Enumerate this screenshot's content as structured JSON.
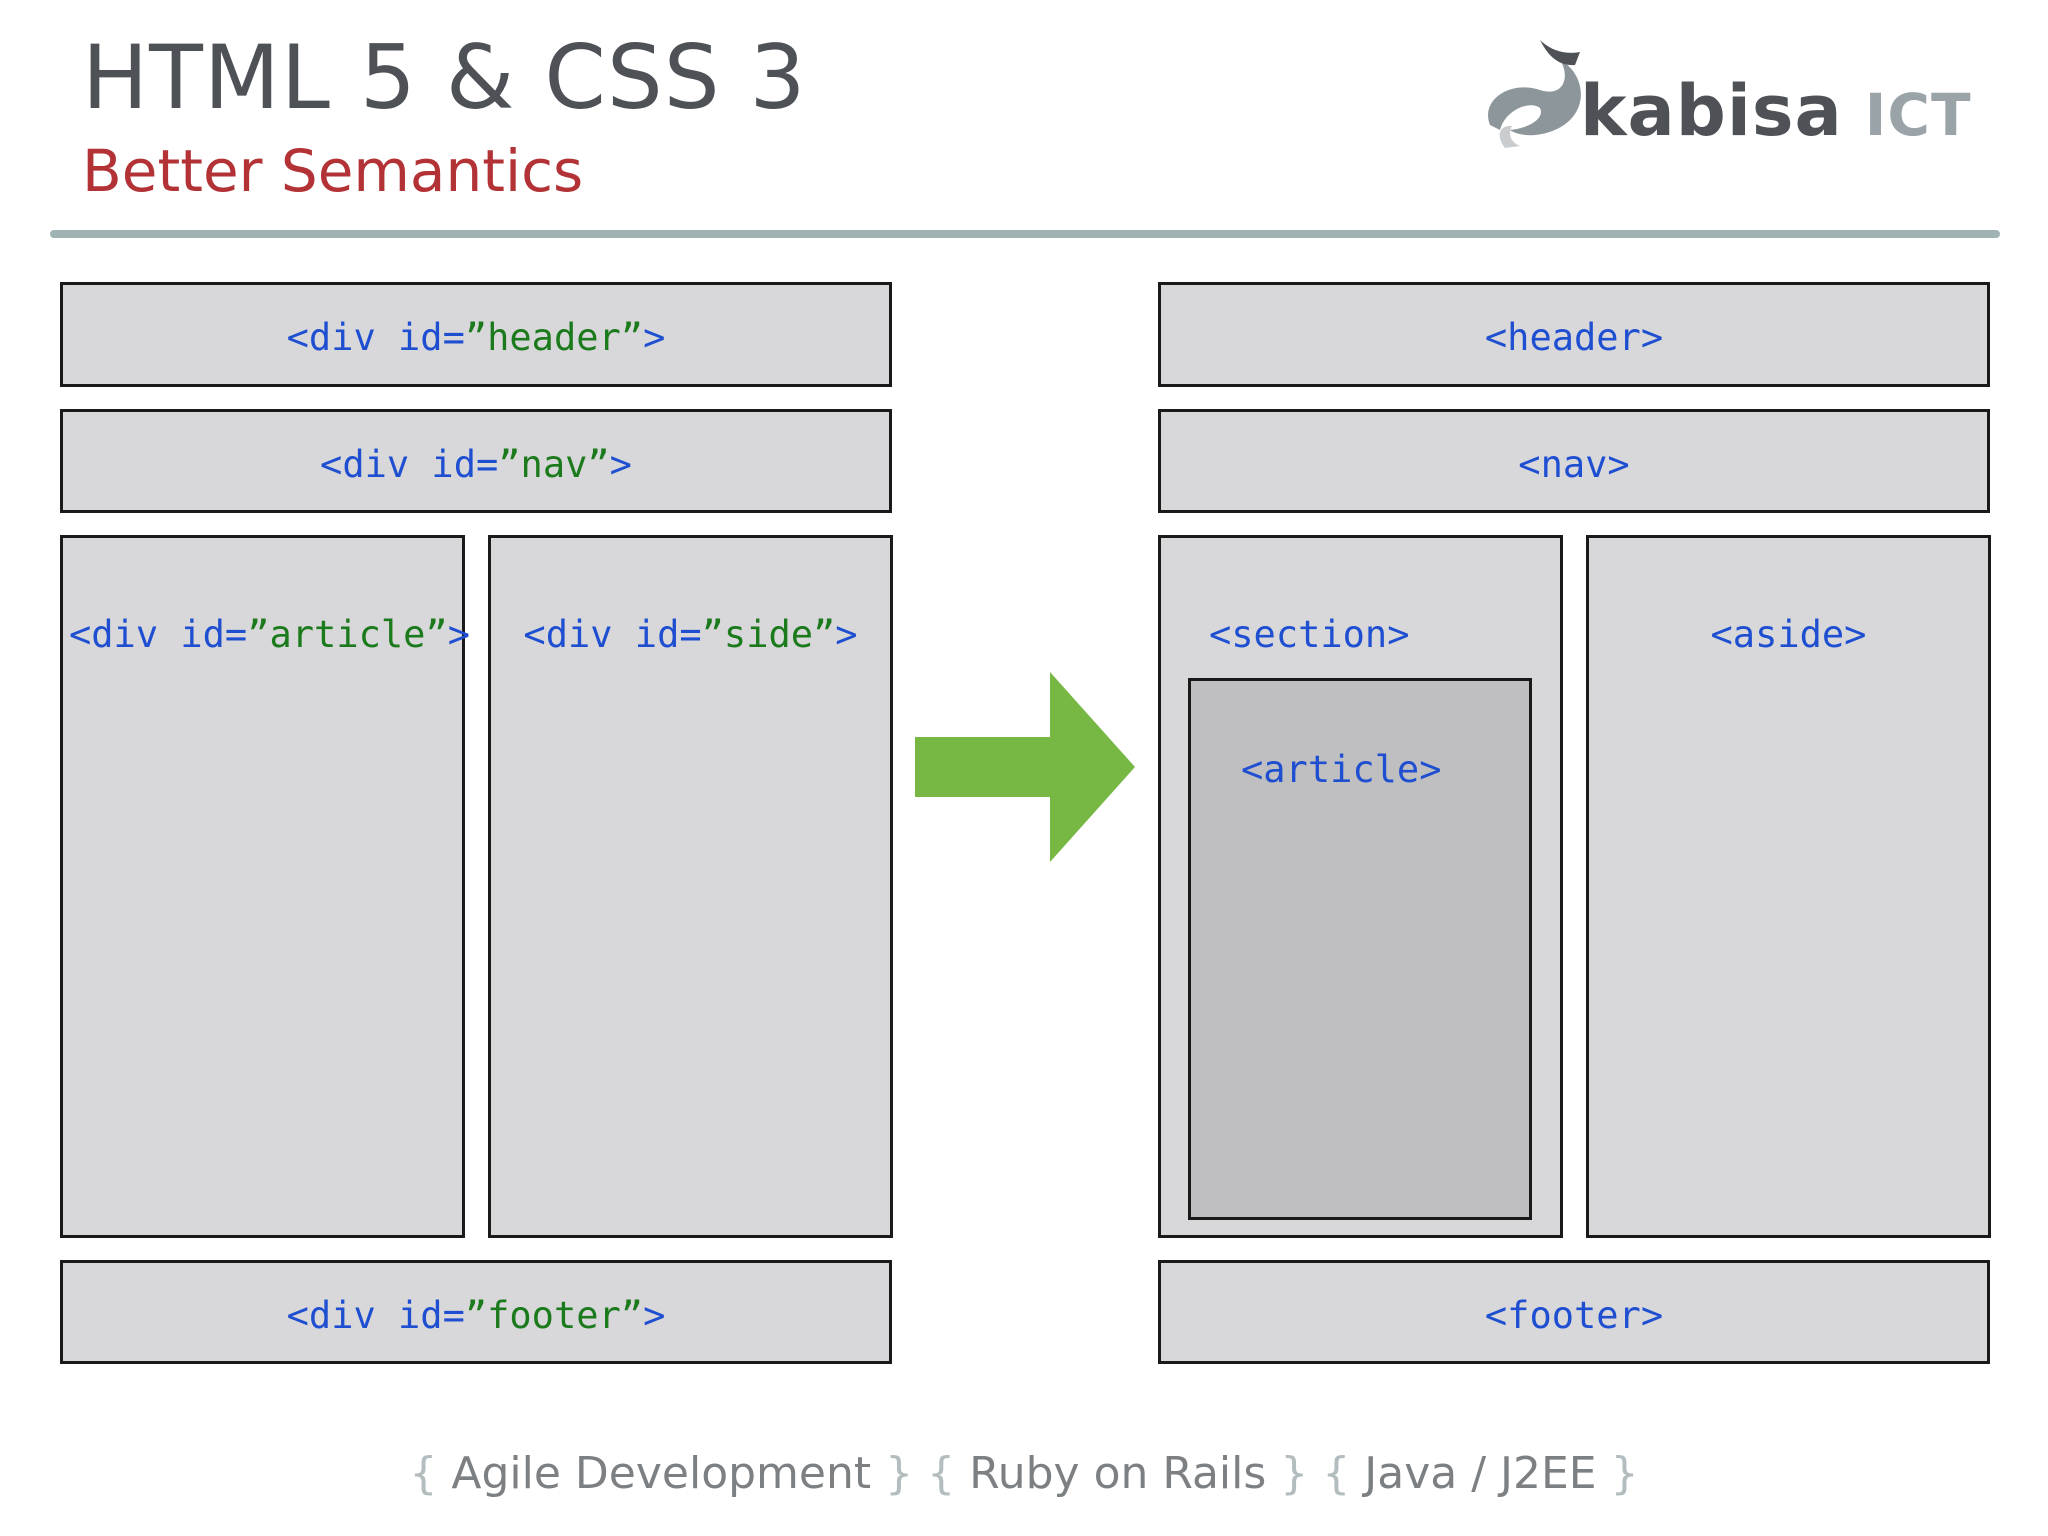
{
  "header": {
    "title": "HTML 5 & CSS 3",
    "subtitle": "Better Semantics",
    "logo": {
      "name": "kabisa",
      "suffix": "ICT"
    }
  },
  "left_layout": {
    "header": {
      "open": "<div id=",
      "value": "”header”",
      "close": ">"
    },
    "nav": {
      "open": "<div id=",
      "value": "”nav”",
      "close": ">"
    },
    "article": {
      "open": "<div id=",
      "value": "”article”",
      "close": ">"
    },
    "side": {
      "open": "<div id=",
      "value": "”side”",
      "close": ">"
    },
    "footer": {
      "open": "<div id=",
      "value": "”footer”",
      "close": ">"
    }
  },
  "right_layout": {
    "header": "<header>",
    "nav": "<nav>",
    "section": "<section>",
    "article": "<article>",
    "aside": "<aside>",
    "footer": "<footer>"
  },
  "footer": {
    "brace_open": "{",
    "brace_close": "}",
    "items": [
      "Agile Development",
      "Ruby on Rails",
      "Java / J2EE"
    ]
  },
  "colors": {
    "tag": "#1f4fd1",
    "value": "#1b7a1b",
    "arrow": "#76b843",
    "title": "#4e5257",
    "subtitle": "#b23236"
  }
}
